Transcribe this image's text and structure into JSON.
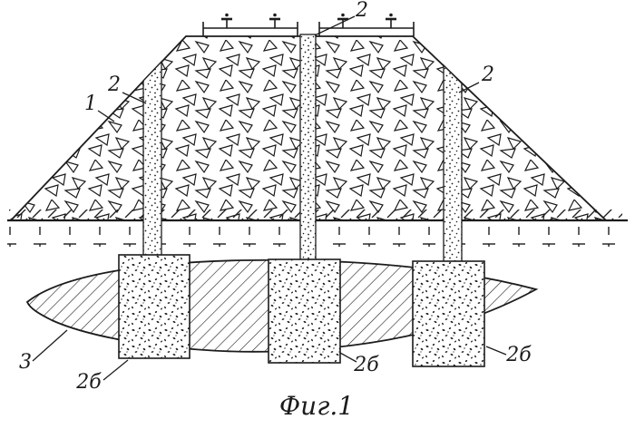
{
  "figure": {
    "type": "patent-drawing",
    "caption": "Фиг.1",
    "background": "#ffffff",
    "ink": "#1c1c1c",
    "labels": {
      "pile_top": "2",
      "pile_left": "2",
      "pile_right": "2",
      "embankment": "1",
      "weak_layer": "3",
      "footing_left": "2б",
      "footing_middle": "2б",
      "footing_right": "2б"
    }
  }
}
